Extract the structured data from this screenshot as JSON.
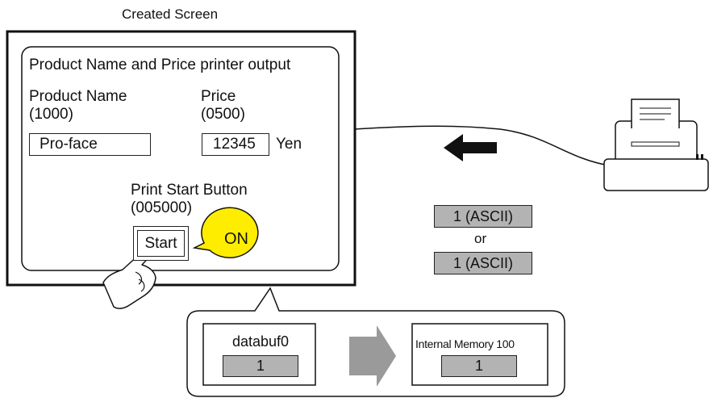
{
  "header": {
    "title": "Created Screen"
  },
  "panel": {
    "title": "Product Name and Price printer output",
    "product_label": "Product Name",
    "product_address": "(1000)",
    "product_value": "Pro-face",
    "price_label": "Price",
    "price_address": "(0500)",
    "price_value": "12345",
    "price_unit": "Yen",
    "print_label": "Print Start Button",
    "print_address": "(005000)",
    "start_button": "Start",
    "on_badge": "ON"
  },
  "printer_signal": {
    "value_top": "1 (ASCII)",
    "conjunction": "or",
    "value_bottom": "1 (ASCII)"
  },
  "memory_transfer": {
    "source_label": "databuf0",
    "source_value": "1",
    "target_label": "Internal Memory 100",
    "target_value": "1"
  },
  "colors": {
    "on_badge_fill": "#ffed00",
    "value_fill": "#b3b3b3",
    "arrow_grey": "#9a9a9a",
    "arrow_black": "#111111"
  }
}
